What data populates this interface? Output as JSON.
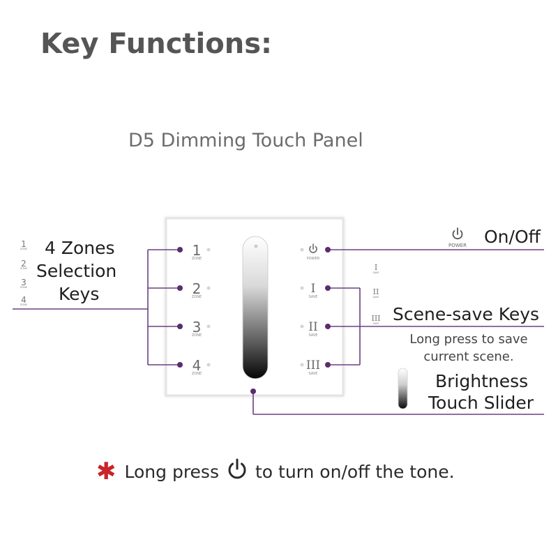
{
  "header": {
    "title": "Key Functions:",
    "subtitle": "D5 Dimming Touch Panel"
  },
  "panel": {
    "zone_keys": [
      {
        "numeral": "1",
        "caption": "ZONE"
      },
      {
        "numeral": "2",
        "caption": "ZONE"
      },
      {
        "numeral": "3",
        "caption": "ZONE"
      },
      {
        "numeral": "4",
        "caption": "ZONE"
      }
    ],
    "power_key": {
      "caption": "POWER"
    },
    "scene_keys": [
      {
        "numeral": "I",
        "caption": "SAVE"
      },
      {
        "numeral": "II",
        "caption": "SAVE"
      },
      {
        "numeral": "III",
        "caption": "SAVE"
      }
    ]
  },
  "callouts": {
    "zones": {
      "line1": "4 Zones",
      "line2": "Selection",
      "line3": "Keys",
      "mini_numerals": [
        "1",
        "2",
        "3",
        "4"
      ],
      "mini_caption": "ZONE"
    },
    "power": {
      "label": "On/Off",
      "icon_caption": "POWER"
    },
    "scene": {
      "label": "Scene-save Keys",
      "note_line1": "Long press to save",
      "note_line2": "current scene.",
      "mini_numerals": [
        "I",
        "II",
        "III"
      ],
      "mini_caption": "SAVE"
    },
    "slider": {
      "line1": "Brightness",
      "line2": "Touch Slider"
    }
  },
  "footnote": {
    "before": "Long press",
    "after": "to turn on/off the tone.",
    "icon": "power-icon"
  },
  "colors": {
    "leader_line": "#6b3e80",
    "asterisk": "#c8242a",
    "panel_border": "#e4e4e4"
  }
}
